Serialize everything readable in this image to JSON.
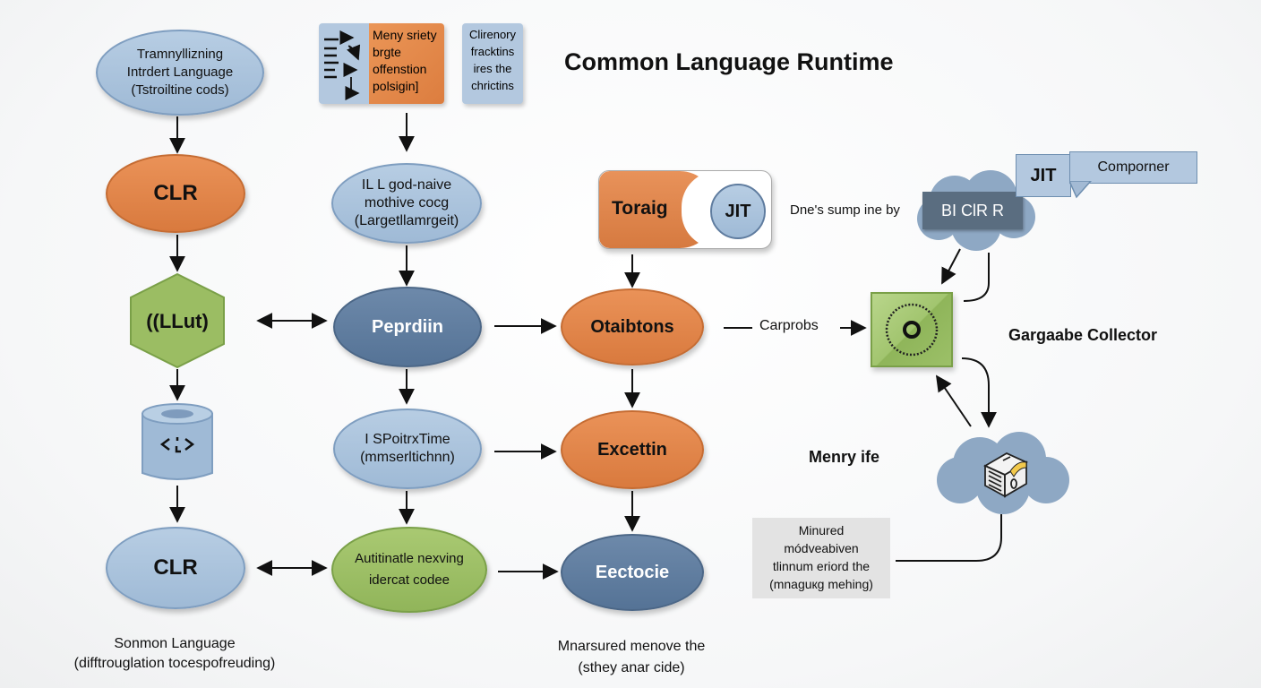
{
  "title": "Common Language Runtime",
  "nodes": {
    "intermediate_language": [
      "Tramnyllizning",
      "Intrdert Language",
      "(Tstroiltine cods)"
    ],
    "memory_safety_box": {
      "left_text": [
        "Meny sriety",
        "brgte",
        "offenstion",
        "polsigin]"
      ],
      "right_text": [
        "Clirenory",
        "fracktins",
        "ires the",
        "chrictins"
      ]
    },
    "il_native": [
      "IL L god-naive",
      "mothive cocg",
      "(Largetllamrgeit)"
    ],
    "torage_jit": {
      "left": "Toraig",
      "right": "JIT"
    },
    "jit_note": "Dne's sump ine by",
    "cloud_top": {
      "bar": "BI ClR R",
      "tag": "JIT",
      "banner": "Comporner"
    },
    "clr_top": "CLR",
    "hexagon": "((LLut)",
    "perpdiin": "Peprdiin",
    "otaibtons": "Otaibtons",
    "carprobs": "Carprobs",
    "garbage_collector": "Gargaabe Collector",
    "ispoitime": [
      "I SPoitrxTime",
      "(mmserltichnn)"
    ],
    "excettin": "Excettin",
    "memory_life": "Menry ife",
    "memory_note": [
      "Minured",
      "módveabiven",
      "tlinnum eriord the",
      "(mnaguкg mehing)"
    ],
    "clr_bottom": "CLR",
    "autitinatle": [
      "Autitinatle nexving",
      "idercat codee"
    ],
    "eectocie": "Eectocie"
  },
  "captions": {
    "left": [
      "Sonmon Language",
      "(difftrouglation tocespofreuding)"
    ],
    "center": [
      "Mnarsured menove the",
      "(sthey anar cide)"
    ]
  },
  "colors": {
    "blue_light": "#a9c2dc",
    "blue_dark": "#5f7c9f",
    "orange": "#e08547",
    "green": "#9bbd63",
    "cloud": "#8ea8c4",
    "gray_note": "#e3e3e3"
  }
}
